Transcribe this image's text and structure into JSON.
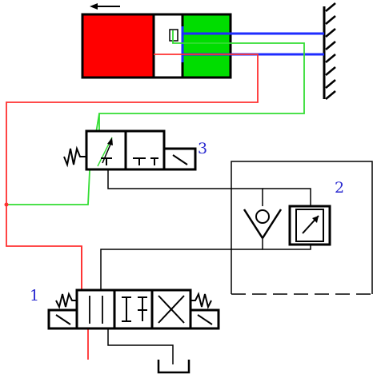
{
  "labels": {
    "valve_1": "1",
    "valve_2": "2",
    "valve_3": "3"
  },
  "colors": {
    "pressure_line": "#ff3030",
    "return_line": "#1f2cff",
    "pilot_line": "#33dd33",
    "cylinder_rod_chamber": "#ff0000",
    "cylinder_head_chamber": "#00dd00",
    "outline": "#000000",
    "label_text": "#2a2ad0"
  },
  "icons": [
    "direction-arrow-icon",
    "spring-icon",
    "check-valve-icon",
    "tank-icon",
    "wall-hatch-icon"
  ]
}
